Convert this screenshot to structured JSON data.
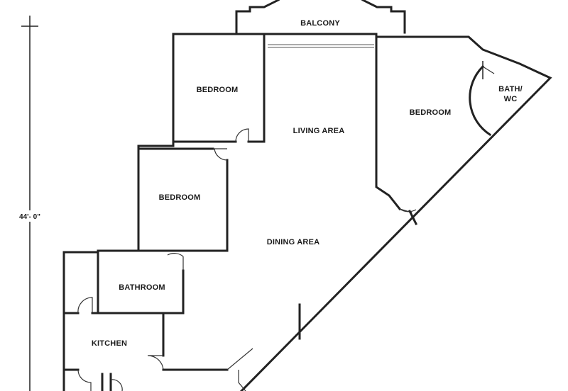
{
  "rooms": {
    "balcony": "BALCONY",
    "bedroom_top": "BEDROOM",
    "living_area": "LIVING AREA",
    "bedroom_right": "BEDROOM",
    "bath_wc_line1": "BATH/",
    "bath_wc_line2": "WC",
    "bedroom_middle": "BEDROOM",
    "dining_area": "DINING AREA",
    "bathroom": "BATHROOM",
    "kitchen": "KITCHEN"
  },
  "dimension": {
    "height_label": "44'- 0\""
  },
  "colors": {
    "wall": "#222222",
    "background": "#ffffff"
  }
}
